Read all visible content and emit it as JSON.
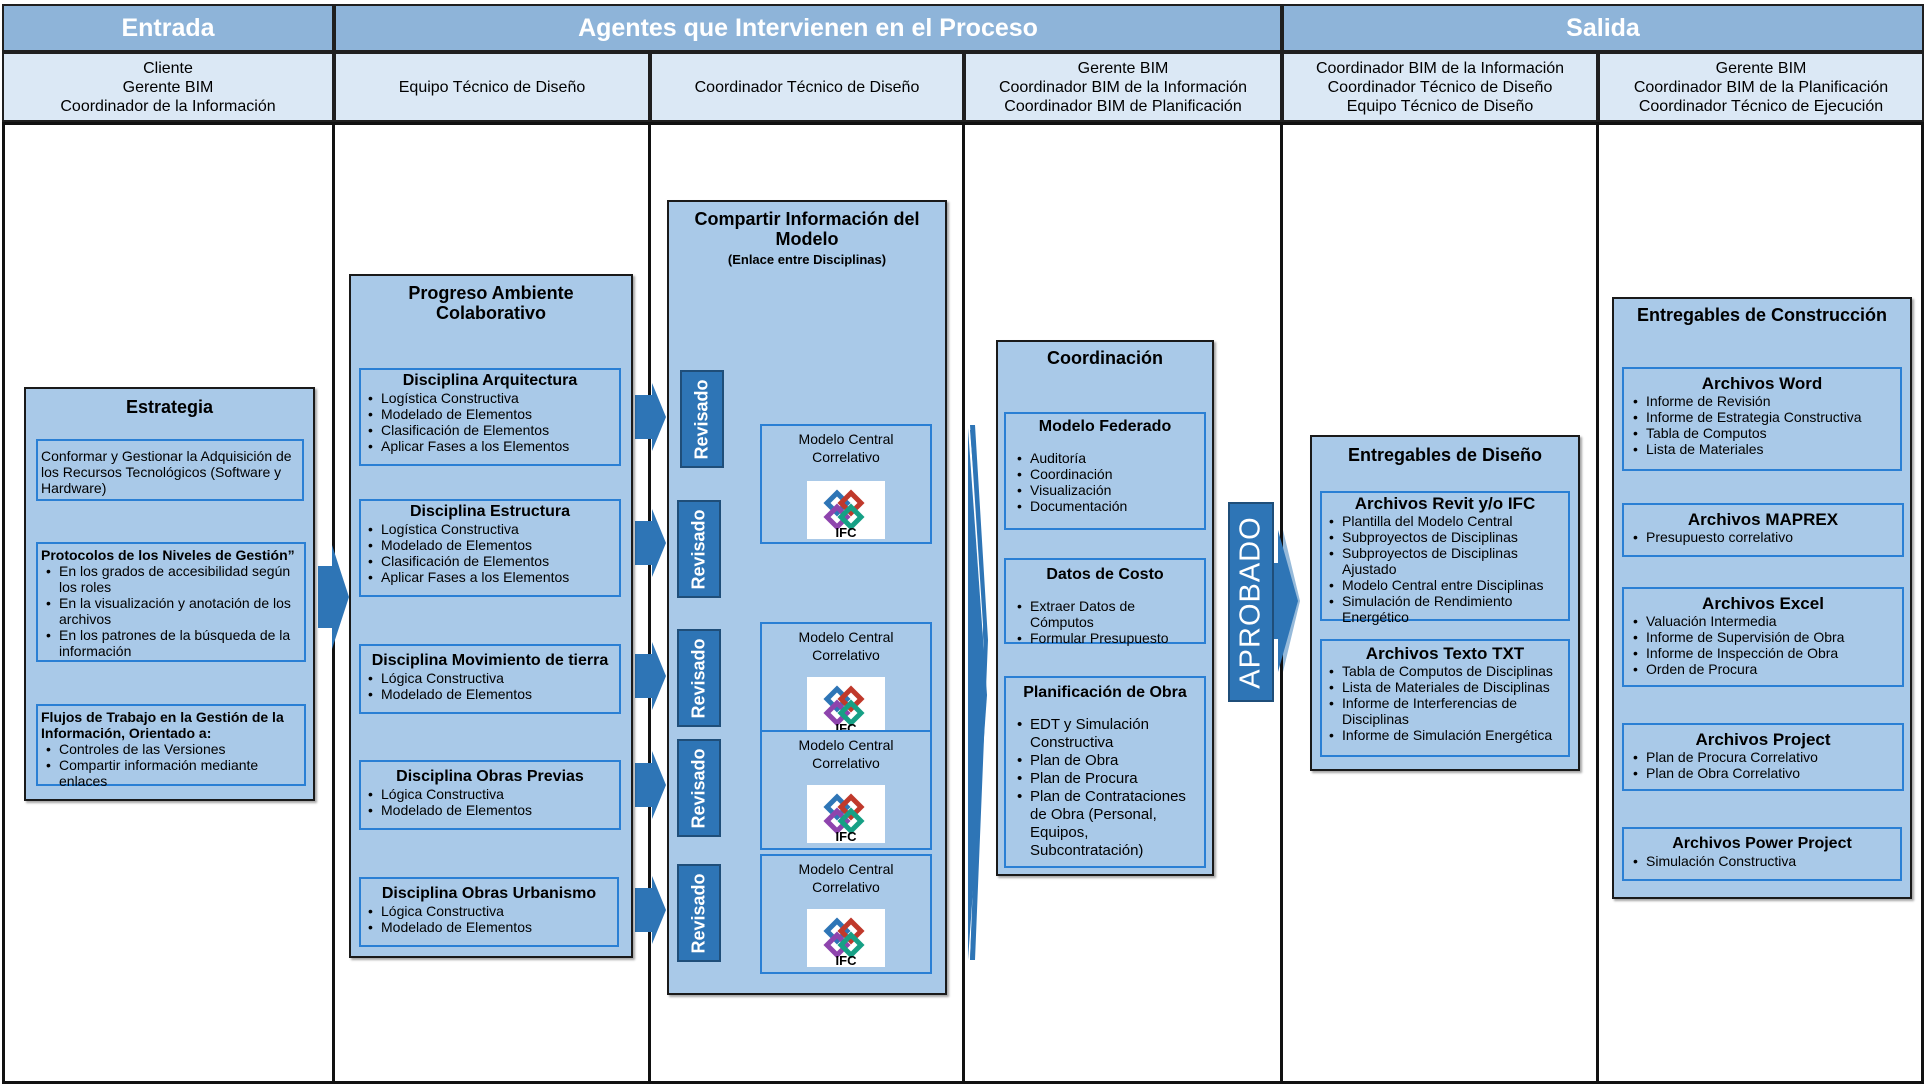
{
  "header": {
    "entrada": "Entrada",
    "agentes": "Agentes que Intervienen en el Proceso",
    "salida": "Salida"
  },
  "subheader": {
    "col1": [
      "Cliente",
      "Gerente BIM",
      "Coordinador de la Información"
    ],
    "col2": [
      "Equipo Técnico de Diseño"
    ],
    "col3": [
      "Coordinador Técnico de Diseño"
    ],
    "col4": [
      "Gerente BIM",
      "Coordinador BIM de la Información",
      "Coordinador BIM de Planificación"
    ],
    "col5": [
      "Coordinador BIM de la Información",
      "Coordinador Técnico de Diseño",
      "Equipo Técnico de Diseño"
    ],
    "col6": [
      "Gerente BIM",
      "Coordinador BIM de la Planificación",
      "Coordinador Técnico de Ejecución"
    ]
  },
  "estrategia": {
    "title": "Estrategia",
    "box1": "Conformar y Gestionar la Adquisición de los Recursos Tecnológicos (Software y Hardware)",
    "box2_title": "Protocolos de los Niveles de Gestión”",
    "box2_items": [
      "En los grados de accesibilidad según los roles",
      "En la visualización y anotación de los archivos",
      "En los patrones de la búsqueda de la información"
    ],
    "box3_title": "Flujos de Trabajo en la Gestión de la Información, Orientado a:",
    "box3_items": [
      "Controles de las Versiones",
      "Compartir información mediante enlaces"
    ]
  },
  "progreso": {
    "title": "Progreso Ambiente Colaborativo",
    "disciplinas": [
      {
        "title": "Disciplina Arquitectura",
        "items": [
          "Logística Constructiva",
          "Modelado de Elementos",
          "Clasificación de Elementos",
          "Aplicar Fases a los Elementos"
        ]
      },
      {
        "title": "Disciplina Estructura",
        "items": [
          "Logística Constructiva",
          "Modelado de Elementos",
          "Clasificación de Elementos",
          "Aplicar Fases a los Elementos"
        ]
      },
      {
        "title": "Disciplina Movimiento de tierra",
        "items": [
          "Lógica Constructiva",
          "Modelado de Elementos"
        ]
      },
      {
        "title": "Disciplina Obras Previas",
        "items": [
          "Lógica Constructiva",
          "Modelado de Elementos"
        ]
      },
      {
        "title": "Disciplina Obras Urbanismo",
        "items": [
          "Lógica Constructiva",
          "Modelado de Elementos"
        ]
      }
    ]
  },
  "compartir": {
    "title": "Compartir Información del Modelo",
    "subtitle": "(Enlace entre Disciplinas)",
    "revisado": "Revisado",
    "modelo": "Modelo Central Correlativo",
    "ifc": "IFC"
  },
  "coordinacion": {
    "title": "Coordinación",
    "federado_title": "Modelo Federado",
    "federado_items": [
      "Auditoría",
      "Coordinación",
      "Visualización",
      "Documentación"
    ],
    "costo_title": "Datos de Costo",
    "costo_items": [
      "Extraer Datos de Cómputos",
      "Formular Presupuesto"
    ],
    "plan_title": "Planificación de Obra",
    "plan_items": [
      "EDT y Simulación Constructiva",
      "Plan de Obra",
      "Plan de Procura",
      "Plan de Contrataciones de Obra (Personal, Equipos, Subcontratación)"
    ]
  },
  "aprobado": "APROBADO",
  "diseno": {
    "title": "Entregables de Diseño",
    "revit_title": "Archivos Revit y/o IFC",
    "revit_items": [
      "Plantilla del Modelo Central",
      "Subproyectos de Disciplinas",
      "Subproyectos de Disciplinas Ajustado",
      "Modelo Central entre Disciplinas",
      "Simulación de Rendimiento Energético"
    ],
    "txt_title": "Archivos Texto TXT",
    "txt_items": [
      "Tabla de Computos de Disciplinas",
      "Lista de Materiales de Disciplinas",
      "Informe de Interferencias de Disciplinas",
      "Informe de Simulación Energética"
    ]
  },
  "construccion": {
    "title": "Entregables de Construcción",
    "word_title": "Archivos Word",
    "word_items": [
      "Informe de Revisión",
      "Informe de Estrategia Constructiva",
      "Tabla de Computos",
      "Lista de Materiales"
    ],
    "maprex_title": "Archivos MAPREX",
    "maprex_items": [
      "Presupuesto correlativo"
    ],
    "excel_title": "Archivos Excel",
    "excel_items": [
      "Valuación Intermedia",
      "Informe de Supervisión de Obra",
      "Informe de Inspección de Obra",
      "Orden de Procura"
    ],
    "project_title": "Archivos Project",
    "project_items": [
      "Plan de Procura Correlativo",
      "Plan de Obra Correlativo"
    ],
    "power_title": "Archivos Power Project",
    "power_items": [
      "Simulación Constructiva"
    ]
  },
  "colors": {
    "header": "#8eb4d9",
    "subheader": "#dbe8f5",
    "panel": "#a9c9e8",
    "box_border": "#2a7fd4",
    "arrow": "#2e75b6"
  }
}
